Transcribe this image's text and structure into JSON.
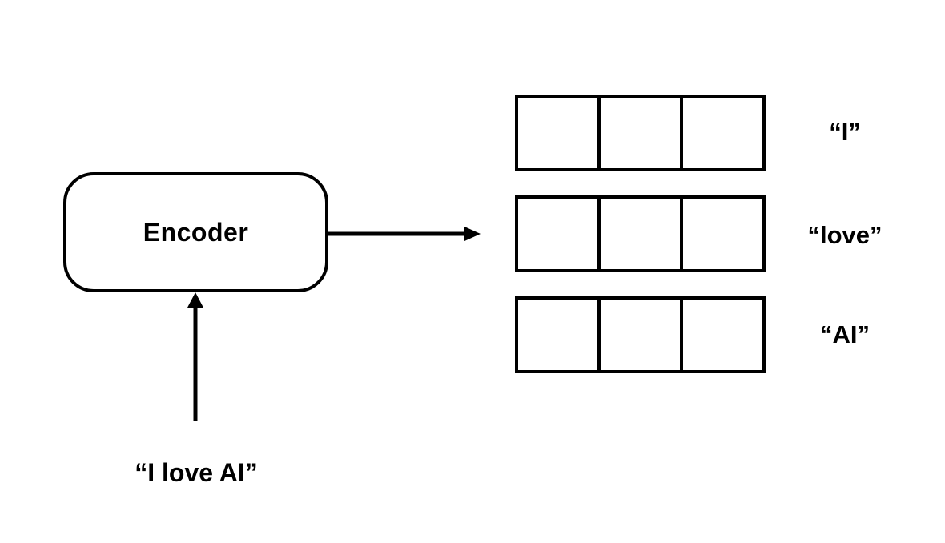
{
  "diagram": {
    "title_implicit": "Encoder producing word embeddings",
    "encoder": {
      "label": "Encoder"
    },
    "input": {
      "text": "“I love AI”"
    },
    "vectors": [
      {
        "label": "“I”",
        "cells": 3
      },
      {
        "label": "“love”",
        "cells": 3
      },
      {
        "label": "“AI”",
        "cells": 3
      }
    ],
    "arrows": [
      {
        "name": "input-arrow",
        "direction": "up",
        "from": "input text",
        "to": "encoder"
      },
      {
        "name": "output-arrow",
        "direction": "right",
        "from": "encoder",
        "to": "vectors"
      }
    ],
    "colors": {
      "stroke": "#000000",
      "background": "#ffffff"
    }
  }
}
